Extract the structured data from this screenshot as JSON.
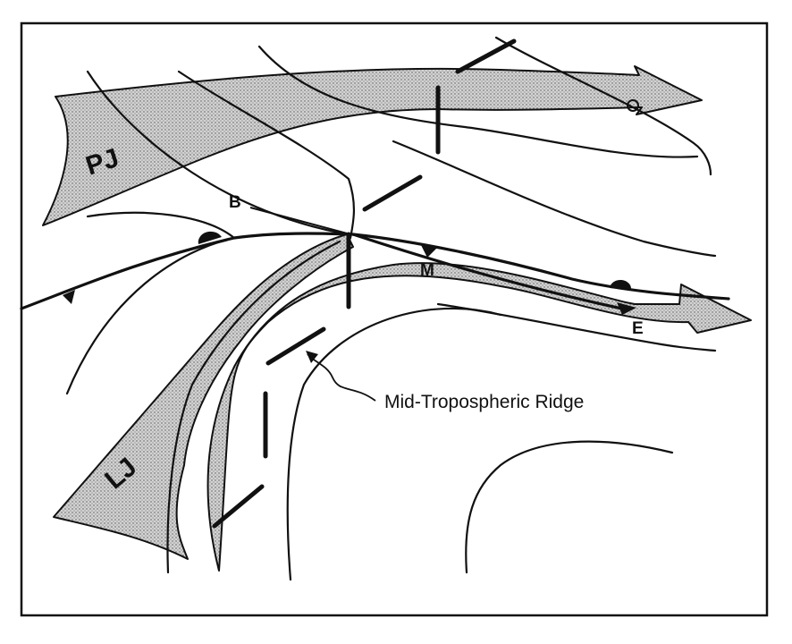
{
  "labels": {
    "polar_jet": "PJ",
    "low_level_jet": "LJ",
    "point_b": "B",
    "point_m": "M",
    "point_e": "E",
    "annotation": "Mid-Tropospheric Ridge"
  },
  "colors": {
    "ink": "#111111",
    "stipple_base": "#cfcfcf",
    "background": "#ffffff"
  }
}
